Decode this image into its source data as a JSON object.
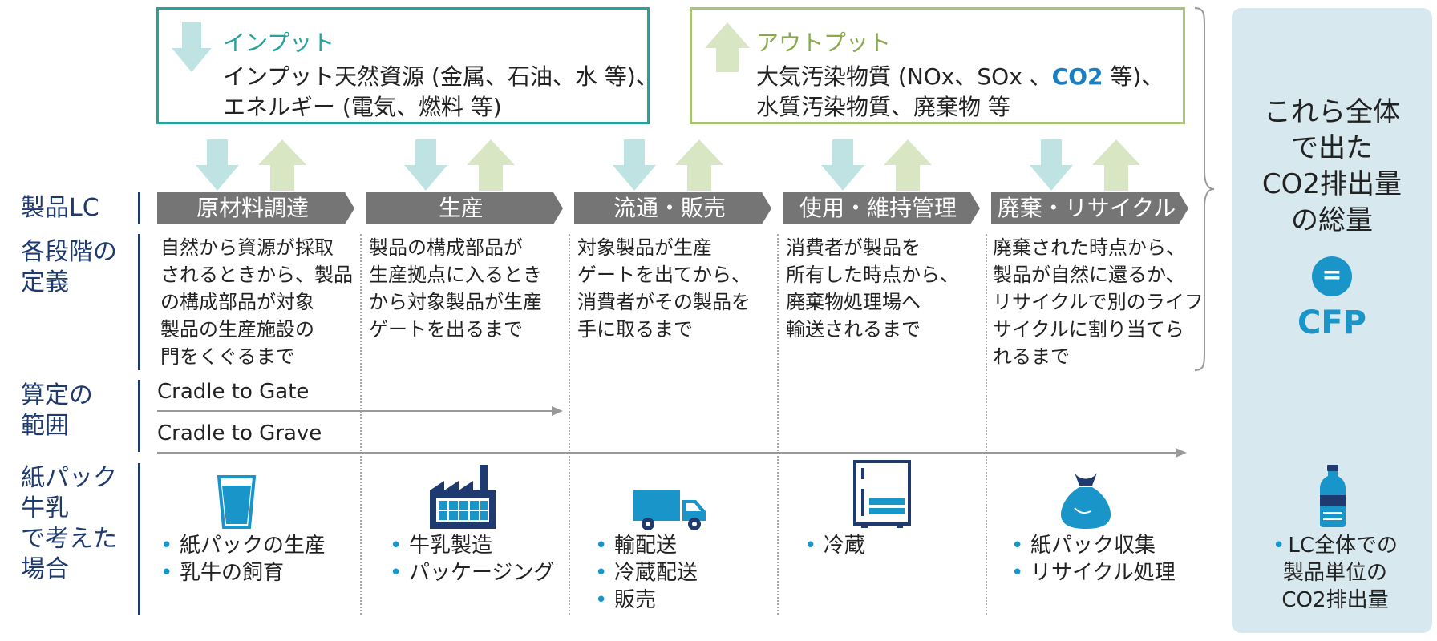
{
  "input_box": {
    "title": "インプット",
    "line1": "インプット天然資源 (金属、石油、水 等)、",
    "line2": "エネルギー (電気、燃料 等)"
  },
  "output_box": {
    "title": "アウトプット",
    "line1_prefix": "大気汚染物質 (NOx、SOx 、",
    "line1_highlight": "CO2",
    "line1_suffix": " 等)、",
    "line2": "水質汚染物質、廃棄物 等"
  },
  "row_labels": {
    "lifecycle": "製品LC",
    "definition": [
      "各段階の",
      "定義"
    ],
    "scope": [
      "算定の",
      "範囲"
    ],
    "example": [
      "紙パック",
      "牛乳",
      "で考えた",
      "場合"
    ]
  },
  "stages": [
    {
      "label": "原材料調達",
      "definition": [
        "自然から資源が採取",
        "されるときから、製品",
        "の構成部品が対象",
        "製品の生産施設の",
        "門をくぐるまで"
      ],
      "icon": "glass-of-milk-icon",
      "bullets": [
        "紙パックの生産",
        "乳牛の飼育"
      ]
    },
    {
      "label": "生産",
      "definition": [
        "製品の構成部品が",
        "生産拠点に入るとき",
        "から対象製品が生産",
        "ゲートを出るまで"
      ],
      "icon": "factory-icon",
      "bullets": [
        "牛乳製造",
        "パッケージング"
      ]
    },
    {
      "label": "流通・販売",
      "definition": [
        "対象製品が生産",
        "ゲートを出てから、",
        "消費者がその製品を",
        "手に取るまで"
      ],
      "icon": "delivery-truck-icon",
      "bullets": [
        "輸配送",
        "冷蔵配送",
        "販売"
      ]
    },
    {
      "label": "使用・維持管理",
      "definition": [
        "消費者が製品を",
        "所有した時点から、",
        "廃棄物処理場へ",
        "輸送されるまで"
      ],
      "icon": "refrigerator-icon",
      "bullets": [
        "冷蔵"
      ]
    },
    {
      "label": "廃棄・リサイクル",
      "definition": [
        "廃棄された時点から、",
        "製品が自然に還るか、",
        "リサイクルで別のライフ",
        "サイクルに割り当てら",
        "れるまで"
      ],
      "icon": "garbage-bag-icon",
      "bullets": [
        "紙パック収集",
        "リサイクル処理"
      ]
    }
  ],
  "scope": {
    "gate": "Cradle to Gate",
    "grave": "Cradle to Grave"
  },
  "panel": {
    "lines": [
      "これら全体",
      "で出た",
      "CO2排出量",
      "の総量"
    ],
    "equals": "=",
    "cfp": "CFP",
    "icon": "bottle-icon",
    "bullet_lines": [
      "LC全体での",
      "製品単位の",
      "CO2排出量"
    ]
  },
  "colors": {
    "input_teal": "#24a39c",
    "output_green": "#a9c474",
    "arrow_down": "#bfe3e3",
    "arrow_up": "#d9e6c4",
    "stage_gray": "#757575",
    "accent_blue": "#1a95c9",
    "panel_bg": "#d7e8ee",
    "label_navy": "#1f3a6e"
  }
}
